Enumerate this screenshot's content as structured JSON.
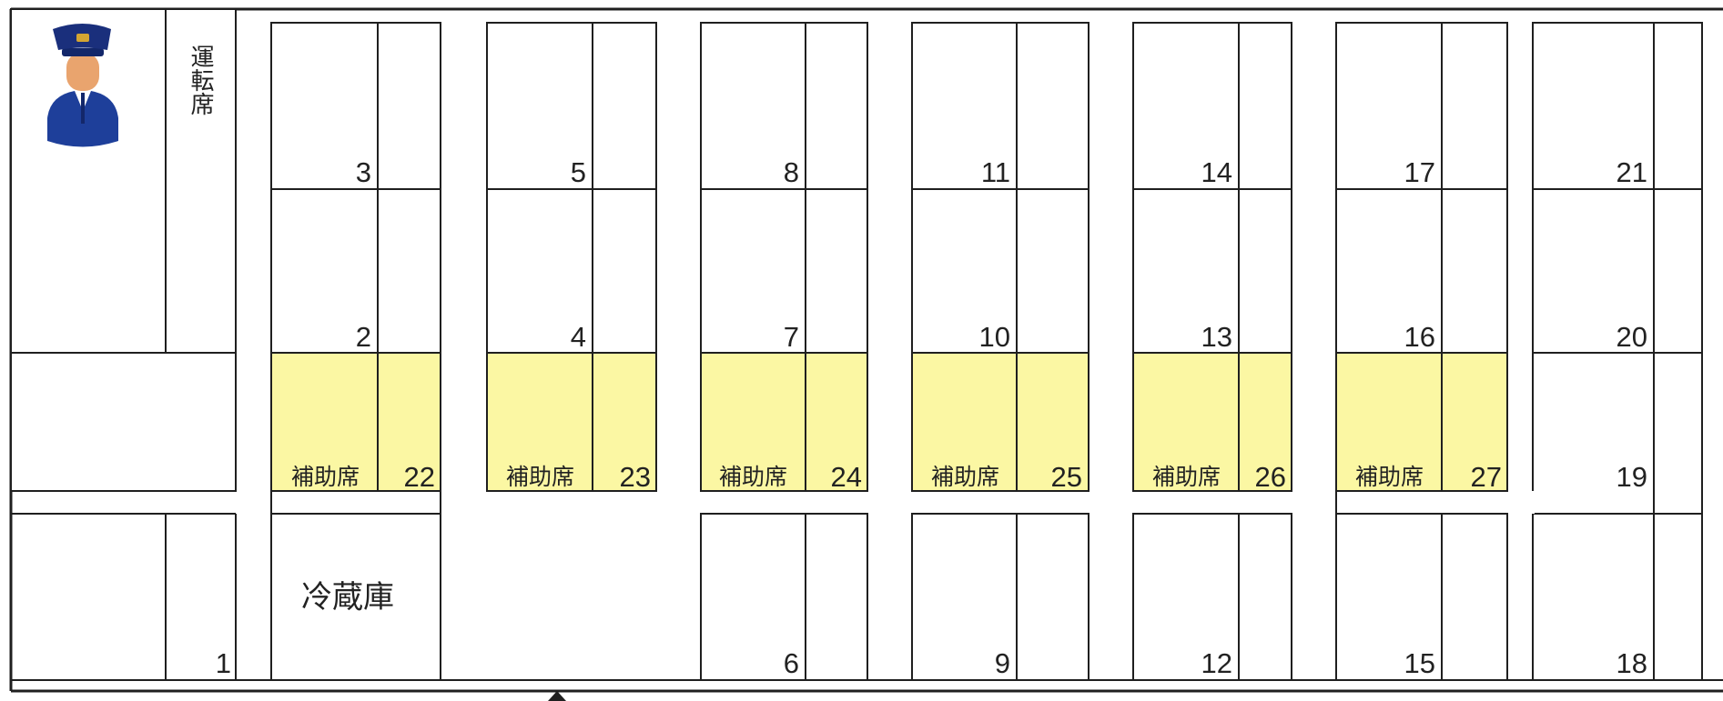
{
  "driver_seat_label": "運転席",
  "fridge_label": "冷蔵庫",
  "aux_seat_label": "補助席",
  "aux_fill_color": "#fbf7a3",
  "icons": [
    "driver-avatar-icon"
  ],
  "seats": {
    "s1": "1",
    "s2": "2",
    "s3": "3",
    "s4": "4",
    "s5": "5",
    "s6": "6",
    "s7": "7",
    "s8": "8",
    "s9": "9",
    "s10": "10",
    "s11": "11",
    "s12": "12",
    "s13": "13",
    "s14": "14",
    "s15": "15",
    "s16": "16",
    "s17": "17",
    "s18": "18",
    "s19": "19",
    "s20": "20",
    "s21": "21",
    "s22": "22",
    "s23": "23",
    "s24": "24",
    "s25": "25",
    "s26": "26",
    "s27": "27"
  }
}
